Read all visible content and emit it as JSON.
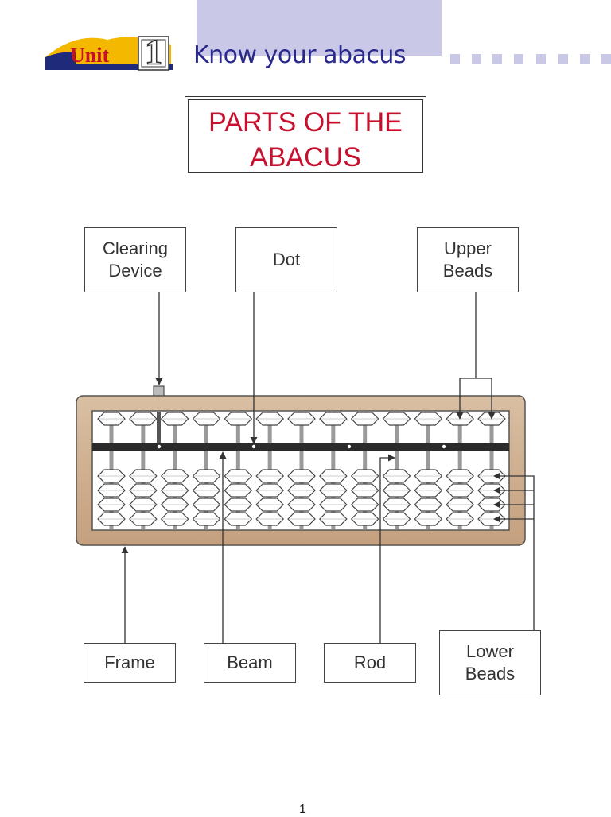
{
  "header": {
    "unit_label": "Unit",
    "unit_number": "1",
    "title": "Know your abacus"
  },
  "heading": {
    "line1": "PARTS OF THE",
    "line2": "ABACUS"
  },
  "labels": {
    "clearing_device": "Clearing\nDevice",
    "dot": "Dot",
    "upper_beads": "Upper\nBeads",
    "frame": "Frame",
    "beam": "Beam",
    "rod": "Rod",
    "lower_beads": "Lower\nBeads"
  },
  "abacus": {
    "rod_count": 13,
    "upper_beads_per_rod": 1,
    "lower_beads_per_rod": 4,
    "frame_color": "#c9a98a",
    "dot_count": 4
  },
  "colors": {
    "accent_red": "#c8102e",
    "title_blue": "#2a2a8c",
    "band_lavender": "#c9c8e6",
    "banner_yellow": "#f5b800",
    "banner_navy": "#1f2a7a"
  },
  "page_number": "1"
}
